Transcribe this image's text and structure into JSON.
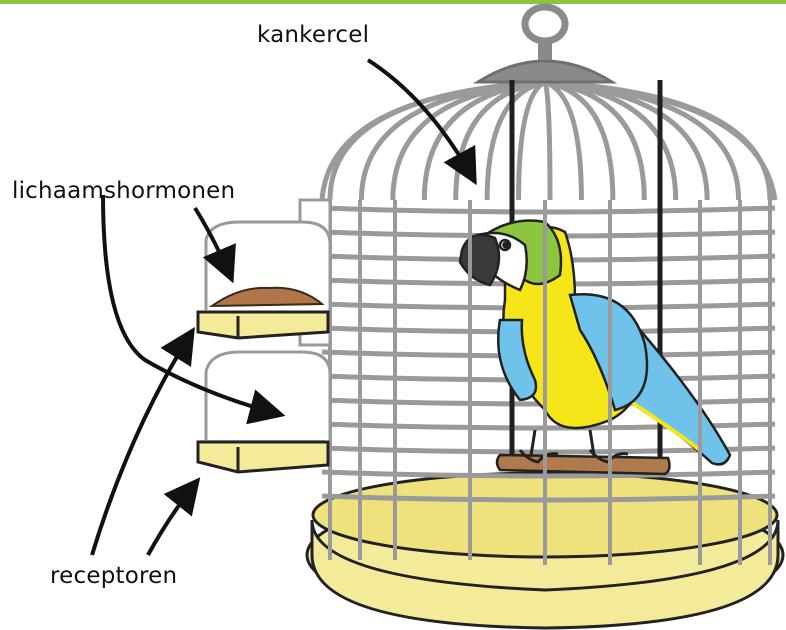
{
  "labels": {
    "cancer_cell": "kankercel",
    "body_hormones": "lichaamshormonen",
    "receptors": "receptoren"
  },
  "colors": {
    "accent_bar": "#8cc63f",
    "cage_bars": "#9a9a9a",
    "cage_dark_bars": "#1f1f1f",
    "base": "#f3eb9a",
    "food": "#b0764a",
    "water": "#a9d8ee",
    "parrot_yellow": "#f5e61a",
    "parrot_blue": "#6fc3ea",
    "parrot_green": "#8cc63f",
    "perch": "#b07a4d"
  },
  "icons": [
    "birdcage-icon",
    "parrot-icon",
    "food-dish-icon",
    "water-dish-icon",
    "arrow-icon"
  ]
}
